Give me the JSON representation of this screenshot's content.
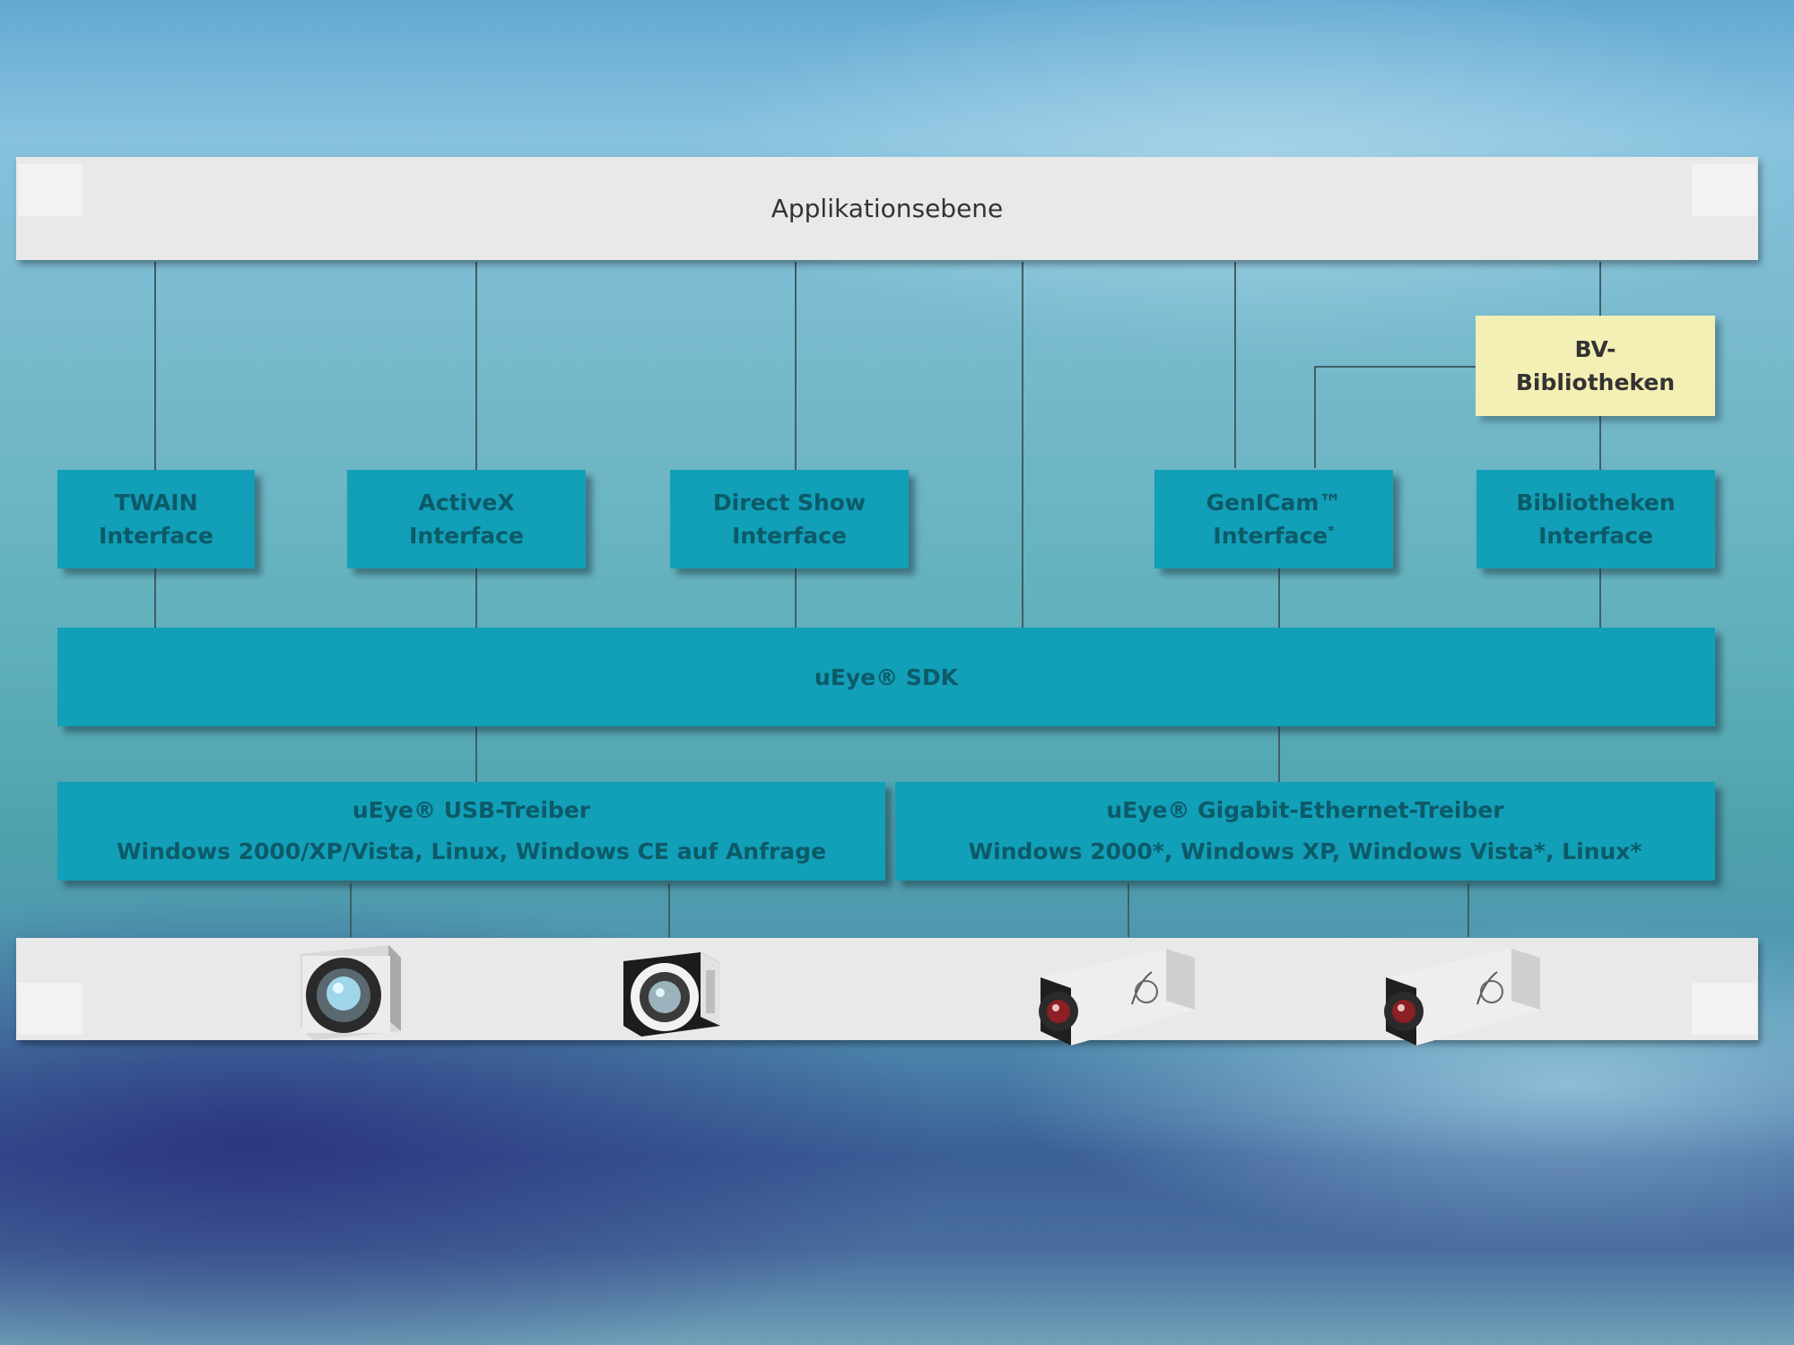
{
  "application_layer": {
    "label": "Applikationsebene"
  },
  "library": {
    "line1": "BV-",
    "line2": "Bibliotheken"
  },
  "interfaces": [
    {
      "line1": "TWAIN",
      "line2": "Interface",
      "sup": ""
    },
    {
      "line1": "ActiveX",
      "line2": "Interface",
      "sup": ""
    },
    {
      "line1": "Direct Show",
      "line2": "Interface",
      "sup": ""
    },
    {
      "line1": "GenICam™",
      "line2": "Interface",
      "sup": "*"
    },
    {
      "line1": "Bibliotheken",
      "line2": "Interface",
      "sup": ""
    }
  ],
  "sdk": {
    "label": "uEye® SDK"
  },
  "drivers": {
    "usb": {
      "title": "uEye® USB-Treiber",
      "platforms": "Windows 2000/XP/Vista, Linux, Windows CE auf Anfrage"
    },
    "gige": {
      "title": "uEye® Gigabit-Ethernet-Treiber",
      "platforms": "Windows 2000*, Windows XP, Windows Vista*, Linux*"
    }
  },
  "cameras": [
    {
      "icon": "usb-board-camera-icon"
    },
    {
      "icon": "usb-compact-camera-icon"
    },
    {
      "icon": "gige-camera-icon"
    },
    {
      "icon": "gige-camera-icon"
    }
  ]
}
